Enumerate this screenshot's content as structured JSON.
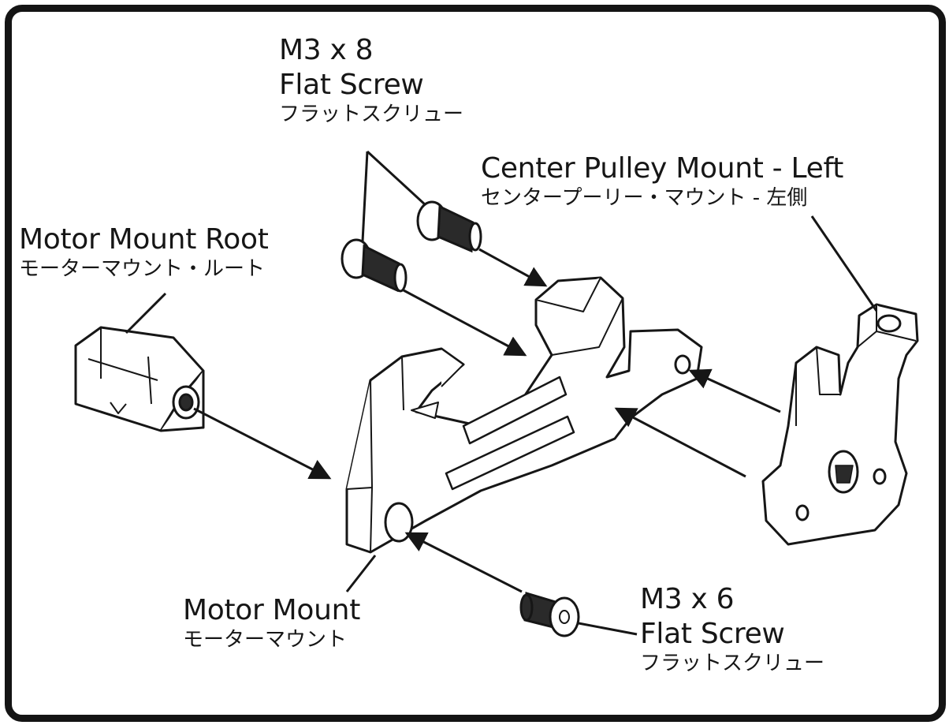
{
  "labels": {
    "m3x8": {
      "size": "M3 x 8",
      "type": "Flat Screw",
      "jp": "フラットスクリュー"
    },
    "pulley_mount": {
      "name": "Center Pulley Mount - Left",
      "jp": "センタープーリー・マウント - 左側"
    },
    "motor_mount_root": {
      "name": "Motor Mount Root",
      "jp": "モーターマウント・ルート"
    },
    "motor_mount": {
      "name": "Motor Mount",
      "jp": "モーターマウント"
    },
    "m3x6": {
      "size": "M3 x 6",
      "type": "Flat Screw",
      "jp": "フラットスクリュー"
    }
  },
  "colors": {
    "line": "#161616",
    "part_fill": "#ffffff",
    "screw_dark": "#2a2a2a",
    "frame": "#141414"
  },
  "icons": [
    "flat-screw-icon",
    "motor-mount-root-icon",
    "motor-mount-icon",
    "pulley-mount-icon"
  ]
}
